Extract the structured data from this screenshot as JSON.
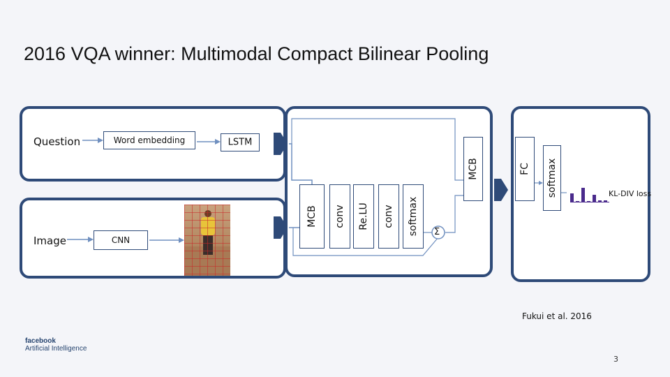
{
  "slide": {
    "title": "2016 VQA winner: Multimodal Compact Bilinear Pooling",
    "citation": "Fukui et al. 2016",
    "page_number": "3"
  },
  "question_branch": {
    "label": "Question",
    "embedding_label": "Word embedding",
    "lstm_label": "LSTM"
  },
  "image_branch": {
    "label": "Image",
    "cnn_label": "CNN",
    "image_icon": "basketball-player-photo-with-grid"
  },
  "attention_stack": {
    "mcb_label": "MCB",
    "conv1_label": "conv",
    "relu_label": "Re.LU",
    "conv2_label": "conv",
    "softmax_label": "softmax",
    "weighted_sum_symbol": "Σ"
  },
  "answer_stack": {
    "mcb_label": "MCB",
    "fc_label": "FC",
    "softmax_label": "softmax",
    "loss_label": "KL-DIV loss",
    "distribution_icon": "histogram-icon",
    "distribution_values": [
      0.45,
      0.08,
      0.75,
      0.08,
      0.4,
      0.12,
      0.12
    ]
  },
  "branding": {
    "line1": "facebook",
    "line2": "Artificial Intelligence"
  },
  "colors": {
    "panel_border": "#2e4a78",
    "arrow": "#6f8fbf",
    "histogram": "#4a2a8c"
  }
}
